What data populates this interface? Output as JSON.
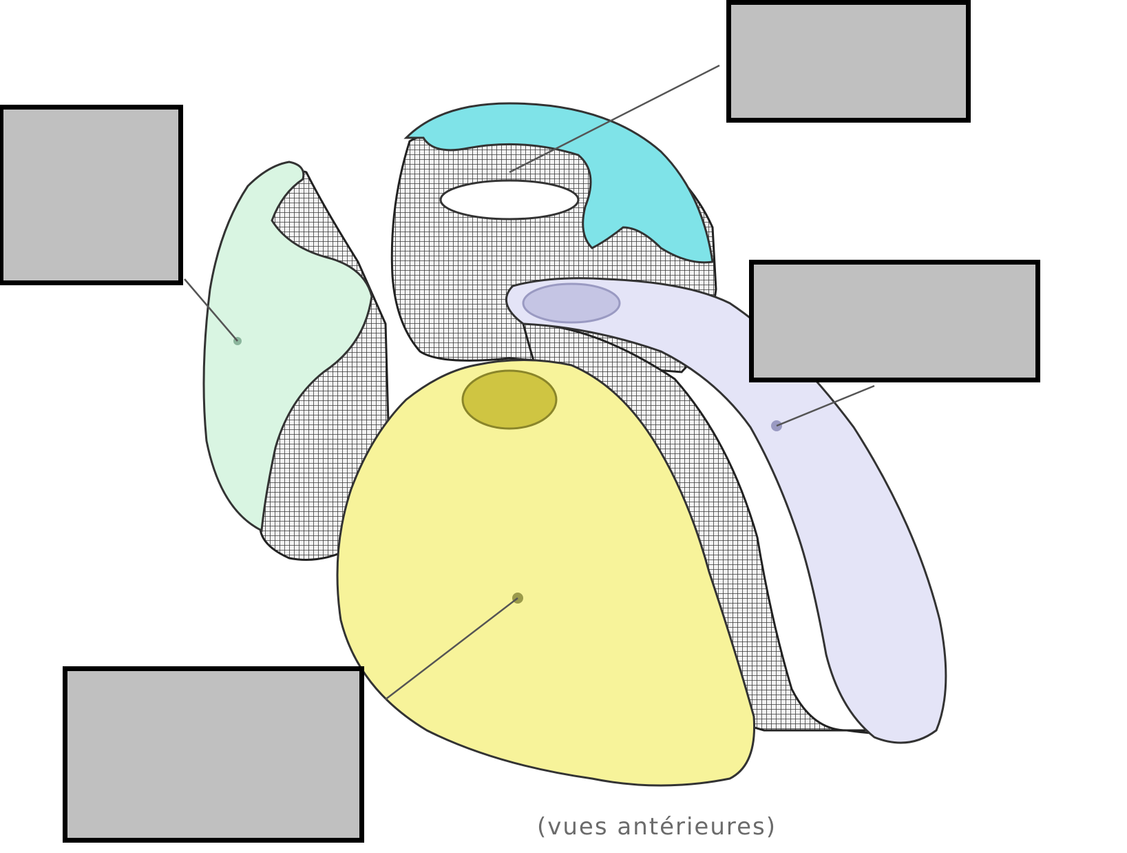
{
  "caption": "(vues antérieures)",
  "colors": {
    "hatching": "#3a3a3a",
    "cyan_part": "#7fe3e8",
    "green_part": "#d9f5e2",
    "lavender_part": "#e4e4f7",
    "yellow_part": "#f7f39a",
    "label_box_fill": "#c0c0c0",
    "label_box_border": "#000000"
  },
  "label_boxes": [
    {
      "name": "top-left",
      "text": ""
    },
    {
      "name": "top-right",
      "text": ""
    },
    {
      "name": "mid-right",
      "text": ""
    },
    {
      "name": "bottom-left",
      "text": ""
    }
  ]
}
